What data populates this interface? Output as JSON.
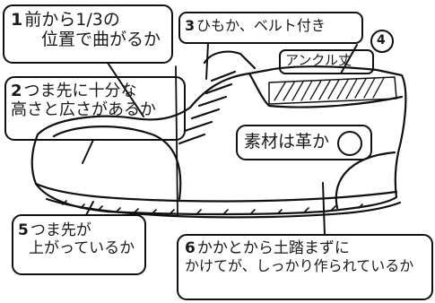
{
  "labels": [
    {
      "id": "1",
      "num": "1",
      "lines": [
        "前から1/3の",
        "位置で曲がるか"
      ]
    },
    {
      "id": "2",
      "num": "2",
      "lines": [
        "つま先に十分な",
        "高さと広さがあるか"
      ]
    },
    {
      "id": "3",
      "num": "3",
      "lines": [
        "ひもか、ベルト付き"
      ]
    },
    {
      "id": "4",
      "num": "4",
      "lines": []
    },
    {
      "id": "4b",
      "num": "",
      "lines": [
        "アンクル丈"
      ]
    },
    {
      "id": "5",
      "num": "5",
      "lines": [
        "つま先が",
        "上がっているか"
      ]
    },
    {
      "id": "6",
      "num": "6",
      "lines": [
        "かかとから土踏まずに",
        "かけてが、しっかり作られているか"
      ]
    },
    {
      "id": "7",
      "num": "",
      "lines": [
        "素材は革か"
      ]
    }
  ]
}
